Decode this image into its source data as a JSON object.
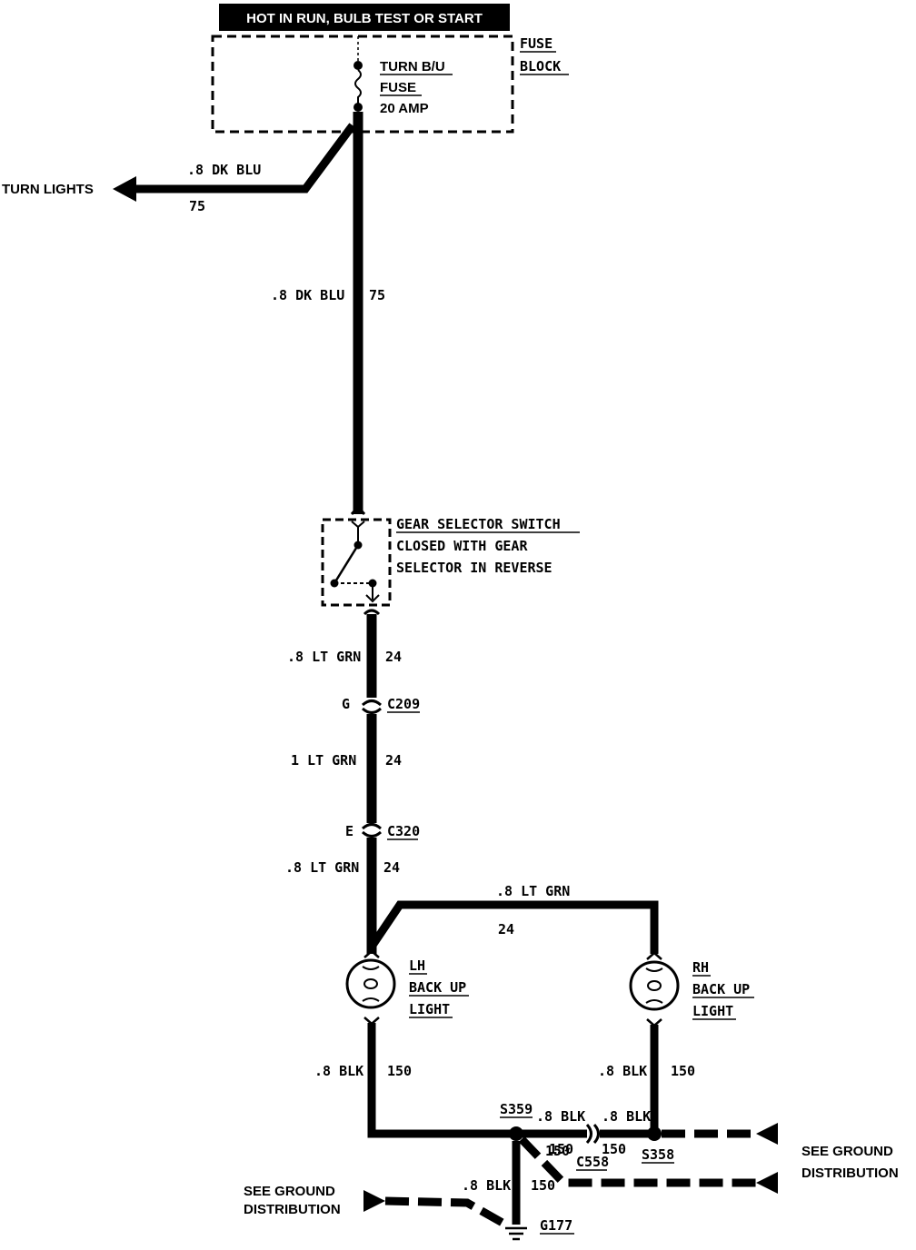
{
  "header": {
    "power_label": "HOT IN RUN, BULB TEST OR START"
  },
  "fuse_block": {
    "block_line1": "FUSE",
    "block_line2": "BLOCK",
    "fuse_line1": "TURN B/U",
    "fuse_line2": "FUSE",
    "fuse_rating": "20 AMP"
  },
  "turn_lights": {
    "label": "TURN LIGHTS",
    "wire": ".8 DK BLU",
    "circuit": "75"
  },
  "feed_wire": {
    "wire": ".8 DK BLU",
    "circuit": "75"
  },
  "gear_switch": {
    "title": "GEAR SELECTOR SWITCH",
    "desc_line1": "CLOSED WITH GEAR",
    "desc_line2": "SELECTOR IN REVERSE"
  },
  "wires": {
    "w1": {
      "wire": ".8 LT GRN",
      "circuit": "24"
    },
    "w2": {
      "wire": "1 LT GRN",
      "circuit": "24"
    },
    "w3": {
      "wire": ".8 LT GRN",
      "circuit": "24"
    },
    "w4": {
      "wire": ".8 LT GRN",
      "circuit": "24"
    },
    "lh_ground": {
      "wire": ".8 BLK",
      "circuit": "150"
    },
    "rh_ground": {
      "wire": ".8 BLK",
      "circuit": "150"
    },
    "s359_to_c558": {
      "wire": ".8 BLK",
      "circuit": "150"
    },
    "c558_to_s358": {
      "wire": ".8 BLK",
      "circuit": "150"
    },
    "s359_diag": {
      "circuit": "150"
    },
    "g177_wire": {
      "wire": ".8 BLK",
      "circuit": "150"
    }
  },
  "connectors": {
    "c209": {
      "pin": "G",
      "name": "C209"
    },
    "c320": {
      "pin": "E",
      "name": "C320"
    },
    "c558": {
      "name": "C558"
    }
  },
  "splices": {
    "s359": "S359",
    "s358": "S358"
  },
  "ground": {
    "name": "G177"
  },
  "lh_light": {
    "line1": "LH",
    "line2": "BACK UP",
    "line3": "LIGHT"
  },
  "rh_light": {
    "line1": "RH",
    "line2": "BACK UP",
    "line3": "LIGHT"
  },
  "ground_ref_right": {
    "line1": "SEE GROUND",
    "line2": "DISTRIBUTION"
  },
  "ground_ref_left": {
    "line1": "SEE GROUND",
    "line2": "DISTRIBUTION"
  }
}
